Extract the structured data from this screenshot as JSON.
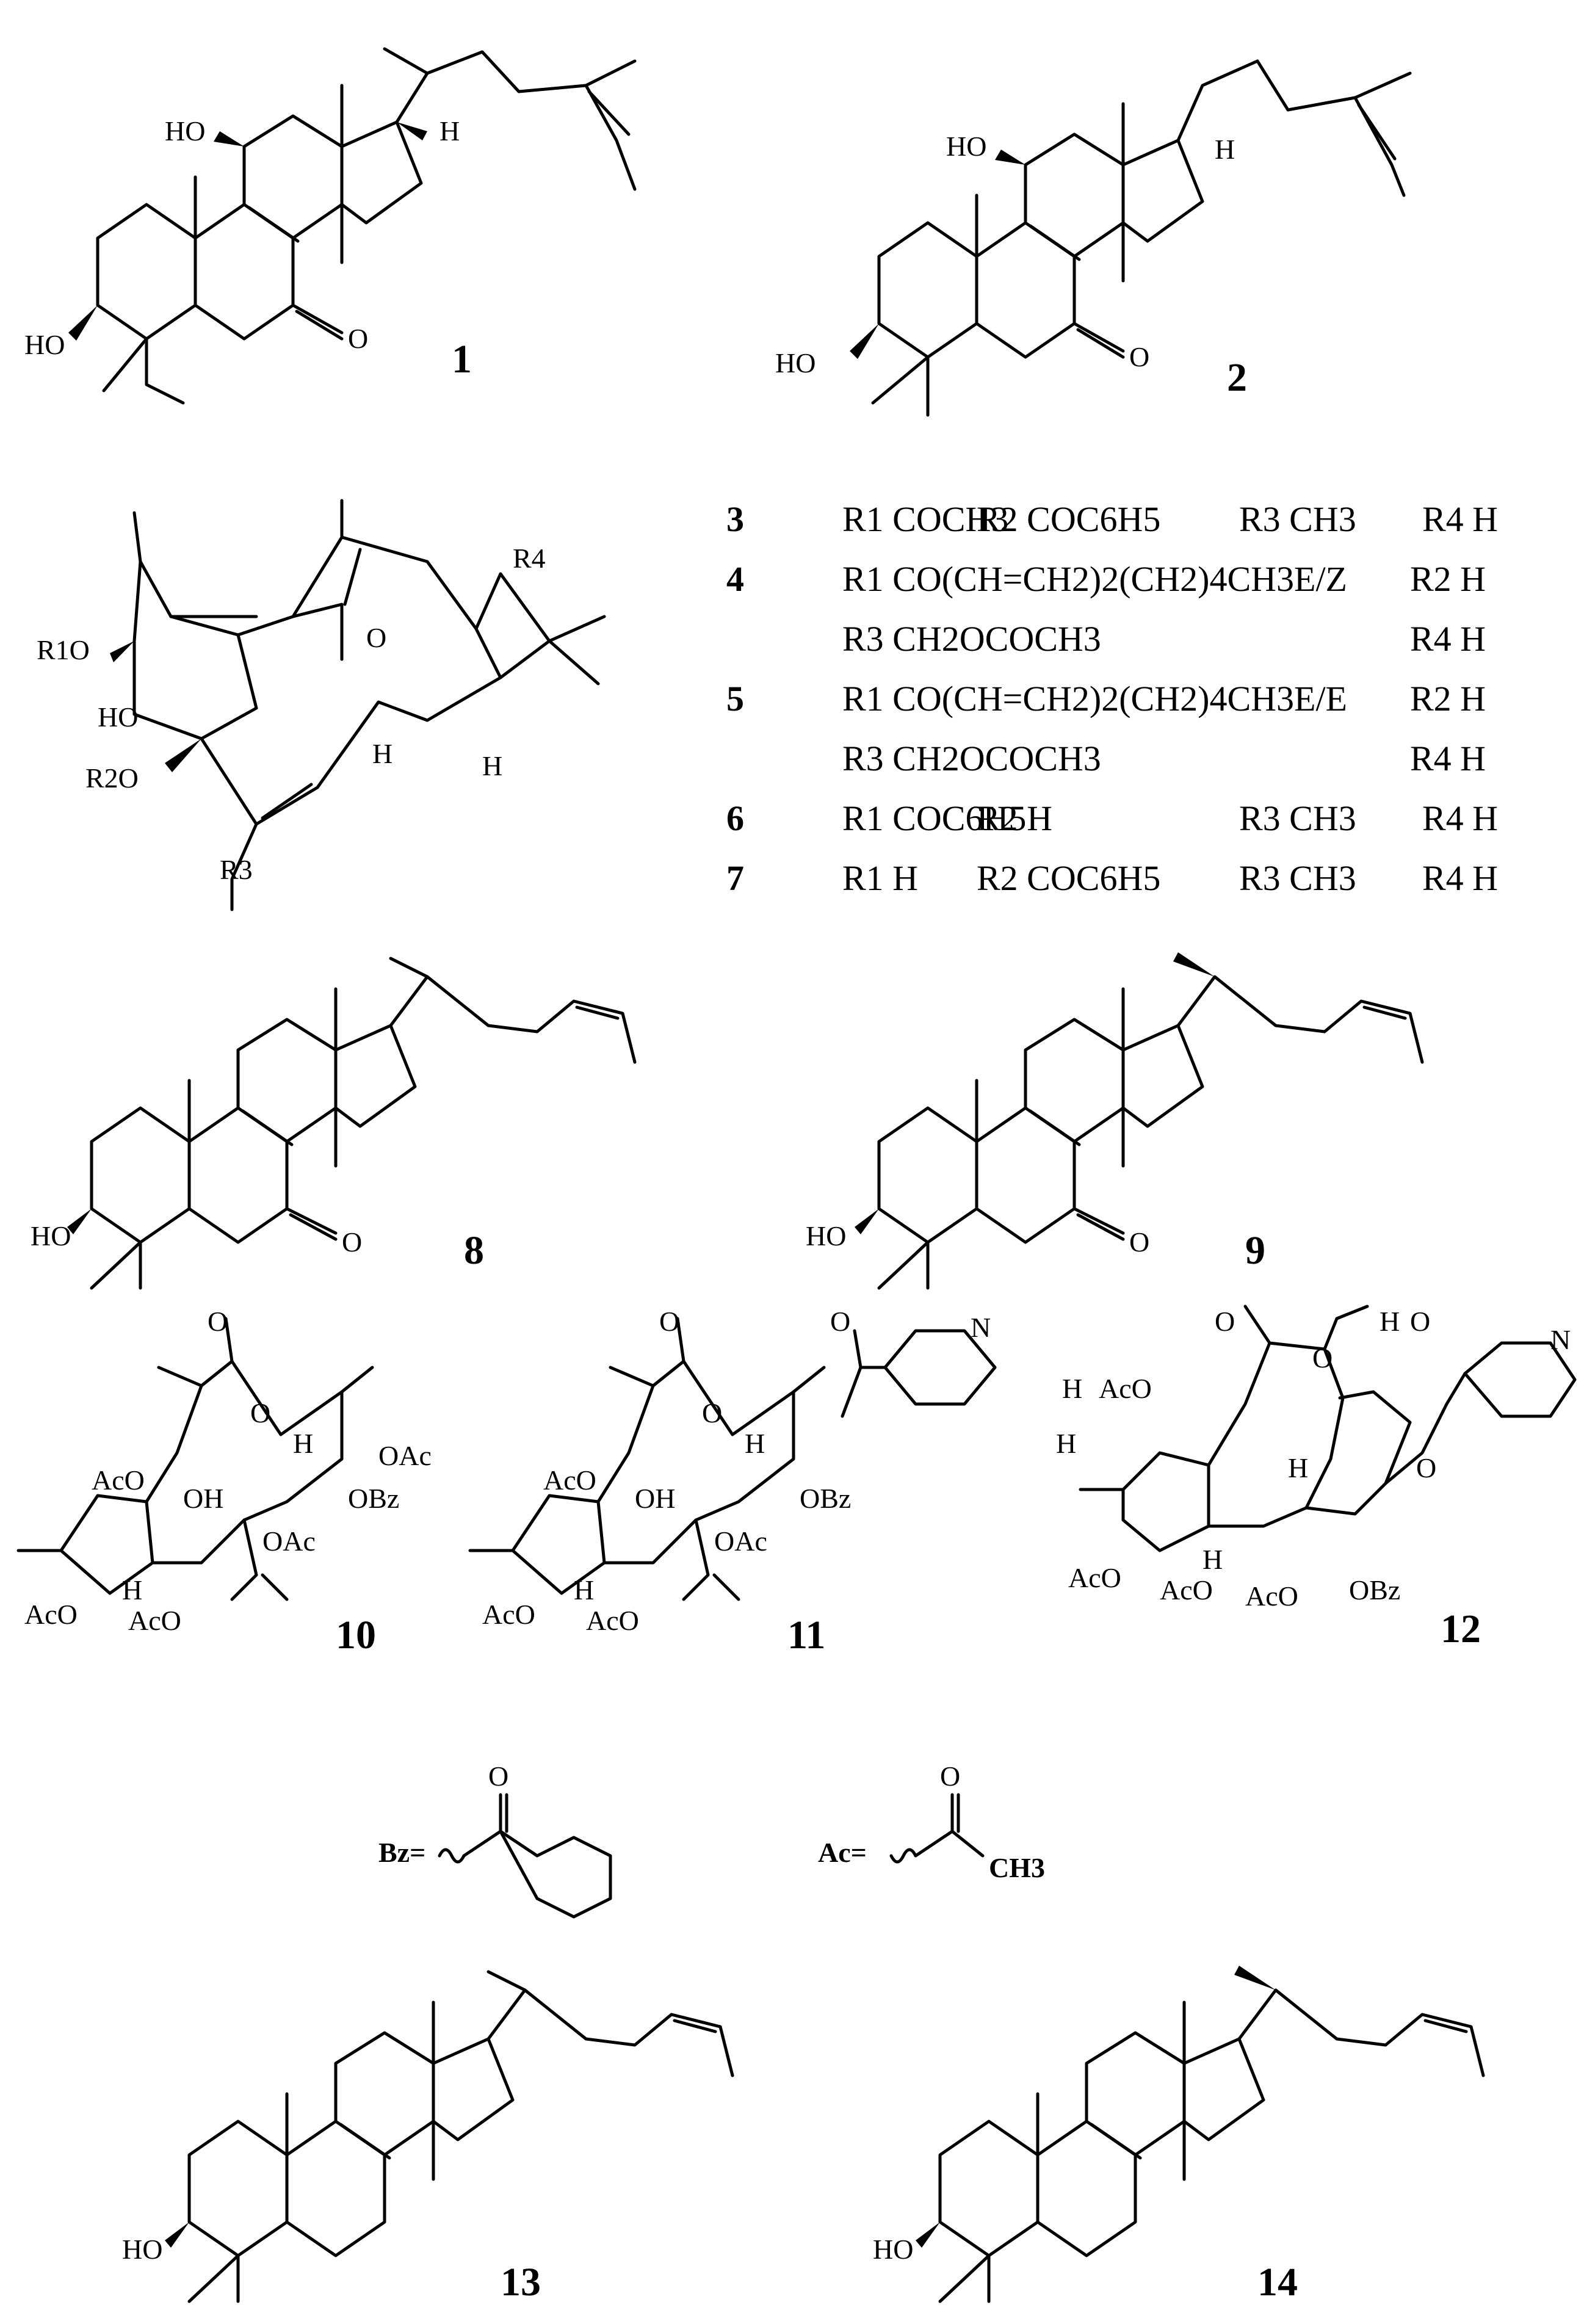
{
  "compounds": {
    "c1": "1",
    "c2": "2",
    "c8": "8",
    "c9": "9",
    "c10": "10",
    "c11": "11",
    "c12": "12",
    "c13": "13",
    "c14": "14"
  },
  "atom_labels": {
    "ho": "HO",
    "o": "O",
    "h": "H",
    "n": "N",
    "oh": "OH",
    "oac": "OAc",
    "obz": "OBz",
    "aco": "AcO",
    "r1o": "R1O",
    "r2o": "R2O",
    "r3": "R3",
    "r4": "R4"
  },
  "definitions": {
    "bz": "Bz=",
    "ac": "Ac=",
    "ch3": "CH3"
  },
  "substituent_table": [
    {
      "id": "3",
      "cells": [
        "R1 COCH3",
        "R2 COC6H5",
        "R3 CH3",
        "R4 H"
      ]
    },
    {
      "id": "4",
      "cells": [
        "R1 CO(CH=CH2)2(CH2)4CH3E/Z",
        "R2 H"
      ]
    },
    {
      "id": "",
      "cells": [
        "R3 CH2OCOCH3",
        "R4 H"
      ]
    },
    {
      "id": "5",
      "cells": [
        "R1 CO(CH=CH2)2(CH2)4CH3E/E",
        "R2 H"
      ]
    },
    {
      "id": "",
      "cells": [
        "R3 CH2OCOCH3",
        "R4 H"
      ]
    },
    {
      "id": "6",
      "cells": [
        "R1 COC6H5",
        "R2 H",
        "R3 CH3",
        "R4 H"
      ]
    },
    {
      "id": "7",
      "cells": [
        "R1 H",
        "R2 COC6H5",
        "R3 CH3",
        "R4 H"
      ]
    }
  ]
}
